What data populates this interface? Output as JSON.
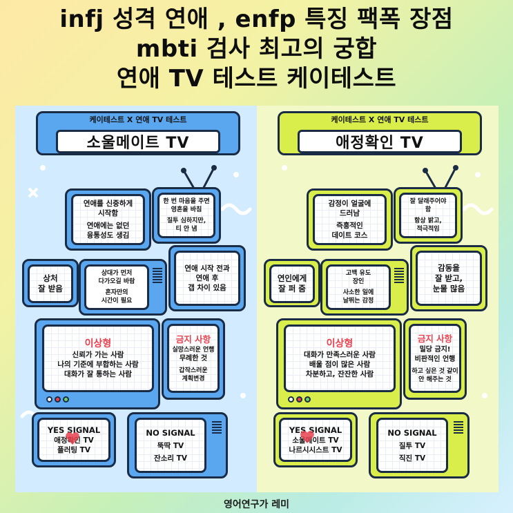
{
  "title_lines": [
    "infj 성격 연애 , enfp 특징 팩폭 장점",
    "mbti 검사 최고의 궁합",
    "연애 TV 테스트 케이테스트"
  ],
  "colors": {
    "left_tv": "#5aa7f0",
    "right_tv": "#d9ee4a",
    "outline": "#1a2b45",
    "accent_red": "#e8424f"
  },
  "left": {
    "banner_top": "케이테스트 X 연애 TV 테스트",
    "banner_title": "소울메이트 TV",
    "tv1": [
      "연애를 신중하게",
      "시작함",
      "연애에는 없던",
      "융통성도 생김"
    ],
    "tv2": [
      "한 번 마음을 주면",
      "영혼을 바침",
      "질투 심하지만,",
      "티 안 냄"
    ],
    "tv3": [
      "상처",
      "잘 받음"
    ],
    "tv4": [
      "상대가 먼저",
      "다가오길 바람",
      "혼자만의",
      "시간이 필요"
    ],
    "tv5": [
      "연애 시작 전과",
      "연애 후",
      "갭 차이 있음"
    ],
    "ideal_title": "이상형",
    "ideal": [
      "신뢰가 가는 사람",
      "나의 기준에 부합하는 사람",
      "대화가 잘 통하는 사람"
    ],
    "ban_title": "금지 사항",
    "ban": [
      "실망스러운 언행",
      "무례한 것",
      "갑작스러운",
      "계획변경"
    ],
    "yes_title": "YES SIGNAL",
    "yes": [
      "애정확인 TV",
      "플러팅 TV"
    ],
    "no_title": "NO SIGNAL",
    "no": [
      "뚝딱 TV",
      "잔소리 TV"
    ]
  },
  "right": {
    "banner_top": "케이테스트 X 연애 TV 테스트",
    "banner_title": "애정확인 TV",
    "tv1": [
      "감정이 얼굴에",
      "드러남",
      "즉흥적인",
      "데이트 코스"
    ],
    "tv2": [
      "잘 달래주어야",
      "함",
      "항상 밝고,",
      "적극적임"
    ],
    "tv3": [
      "연인에게",
      "잘 퍼 줌"
    ],
    "tv4": [
      "고백 유도",
      "장인",
      "사소한 일에",
      "날뛰는 감정"
    ],
    "tv5": [
      "감동을",
      "잘 받고,",
      "눈물 많음"
    ],
    "ideal_title": "이상형",
    "ideal": [
      "대화가 만족스러운 사람",
      "배울 점이 많은 사람",
      "차분하고, 잔잔한 사람"
    ],
    "ban_title": "금지 사항",
    "ban": [
      "밀당 금지!",
      "비판적인 언행",
      "하고 싶은 것 같이",
      "안 해주는 것"
    ],
    "yes_title": "YES SIGNAL",
    "yes": [
      "소울메이트 TV",
      "나르시시스트 TV"
    ],
    "no_title": "NO SIGNAL",
    "no": [
      "질투 TV",
      "직진 TV"
    ]
  },
  "footer": "영어연구가 레미"
}
